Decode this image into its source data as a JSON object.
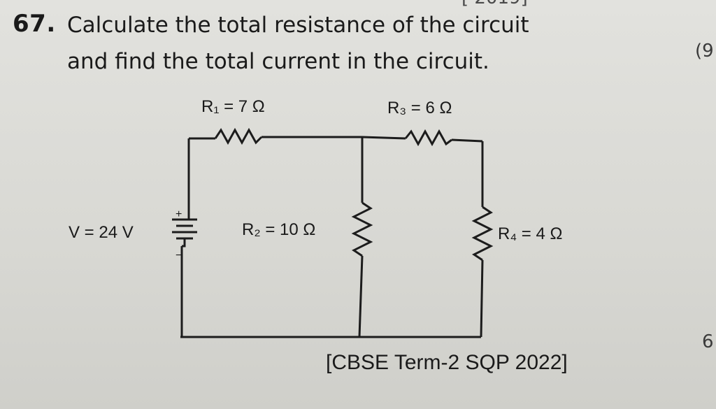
{
  "header_fragment": "[ 2019]",
  "question": {
    "number": "67.",
    "line1": "Calculate the total resistance of the circuit",
    "line2": "and find the total current in the circuit."
  },
  "circuit": {
    "r1_label": "R₁ = 7 Ω",
    "r3_label": "R₃ = 6 Ω",
    "r2_label": "R₂ = 10 Ω",
    "r4_label": "R₄ = 4 Ω",
    "voltage_label": "V = 24 V",
    "plus_sign": "+",
    "minus_sign": "−"
  },
  "source_tag": "[CBSE Term-2 SQP 2022]",
  "side_marks": {
    "top_right": "(9",
    "right": "6"
  }
}
